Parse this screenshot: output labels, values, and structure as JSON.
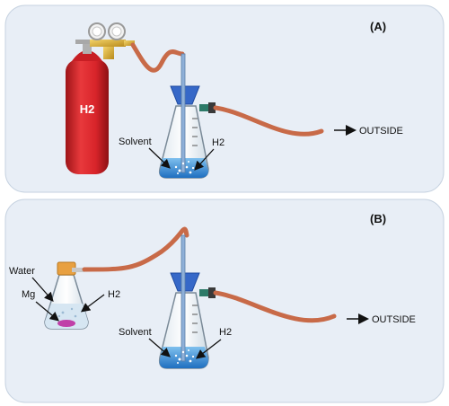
{
  "panel_a": {
    "label": "(A)",
    "cylinder_label": "H2",
    "solvent_label": "Solvent",
    "gas_label": "H2",
    "outlet_label": "OUTSIDE"
  },
  "panel_b": {
    "label": "(B)",
    "water_label": "Water",
    "mg_label": "Mg",
    "generator_gas_label": "H2",
    "solvent_label": "Solvent",
    "gas_label": "H2",
    "outlet_label": "OUTSIDE"
  },
  "colors": {
    "panel_bg": "#e8eef6",
    "cylinder": "#d8242a",
    "tubing": "#c86a48",
    "liquid": "#3e8fd6",
    "stopper": "#3668c8",
    "cork": "#e8a040",
    "mg": "#c040a8"
  }
}
